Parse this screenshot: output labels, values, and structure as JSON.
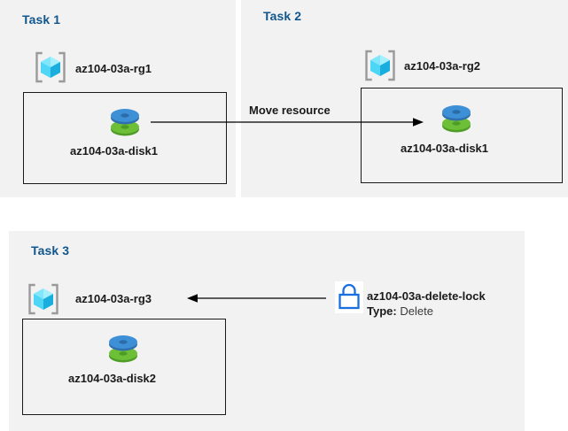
{
  "diagram": {
    "title": "Azure resource group tasks diagram",
    "colors": {
      "panel_background": "#f2f2f2",
      "page_background": "#ffffff",
      "task_title": "#11568c",
      "box_border": "#1a1a1a",
      "connector": "#000000",
      "resource_group_cube_light": "#8ae8fb",
      "resource_group_cube_mid": "#36c6ef",
      "resource_group_cube_dark": "#1aaede",
      "resource_group_bracket": "#9a9a9a",
      "disk_blue": "#3d8fd6",
      "disk_green": "#6cbf37",
      "lock_blue": "#1a6fe0"
    }
  },
  "panels": [
    {
      "id": "task1",
      "title": "Task 1",
      "resource_group": {
        "icon": "resource-group-icon",
        "label": "az104-03a-rg1"
      },
      "resource": {
        "icon": "managed-disk-icon",
        "label": "az104-03a-disk1"
      }
    },
    {
      "id": "task2",
      "title": "Task 2",
      "resource_group": {
        "icon": "resource-group-icon",
        "label": "az104-03a-rg2"
      },
      "resource": {
        "icon": "managed-disk-icon",
        "label": "az104-03a-disk1"
      }
    },
    {
      "id": "task3",
      "title": "Task 3",
      "resource_group": {
        "icon": "resource-group-icon",
        "label": "az104-03a-rg3"
      },
      "resource": {
        "icon": "managed-disk-icon",
        "label": "az104-03a-disk2"
      },
      "lock": {
        "icon": "lock-icon",
        "label": "az104-03a-delete-lock",
        "type_key": "Type:",
        "type_value": "Delete"
      }
    }
  ],
  "connectors": [
    {
      "id": "move-resource",
      "label": "Move resource",
      "from": "az104-03a-disk1 (Task 1)",
      "to": "az104-03a-disk1 (Task 2)",
      "direction": "right"
    },
    {
      "id": "delete-lock-applies-to",
      "label": "",
      "from": "az104-03a-delete-lock",
      "to": "az104-03a-rg3",
      "direction": "left"
    }
  ]
}
